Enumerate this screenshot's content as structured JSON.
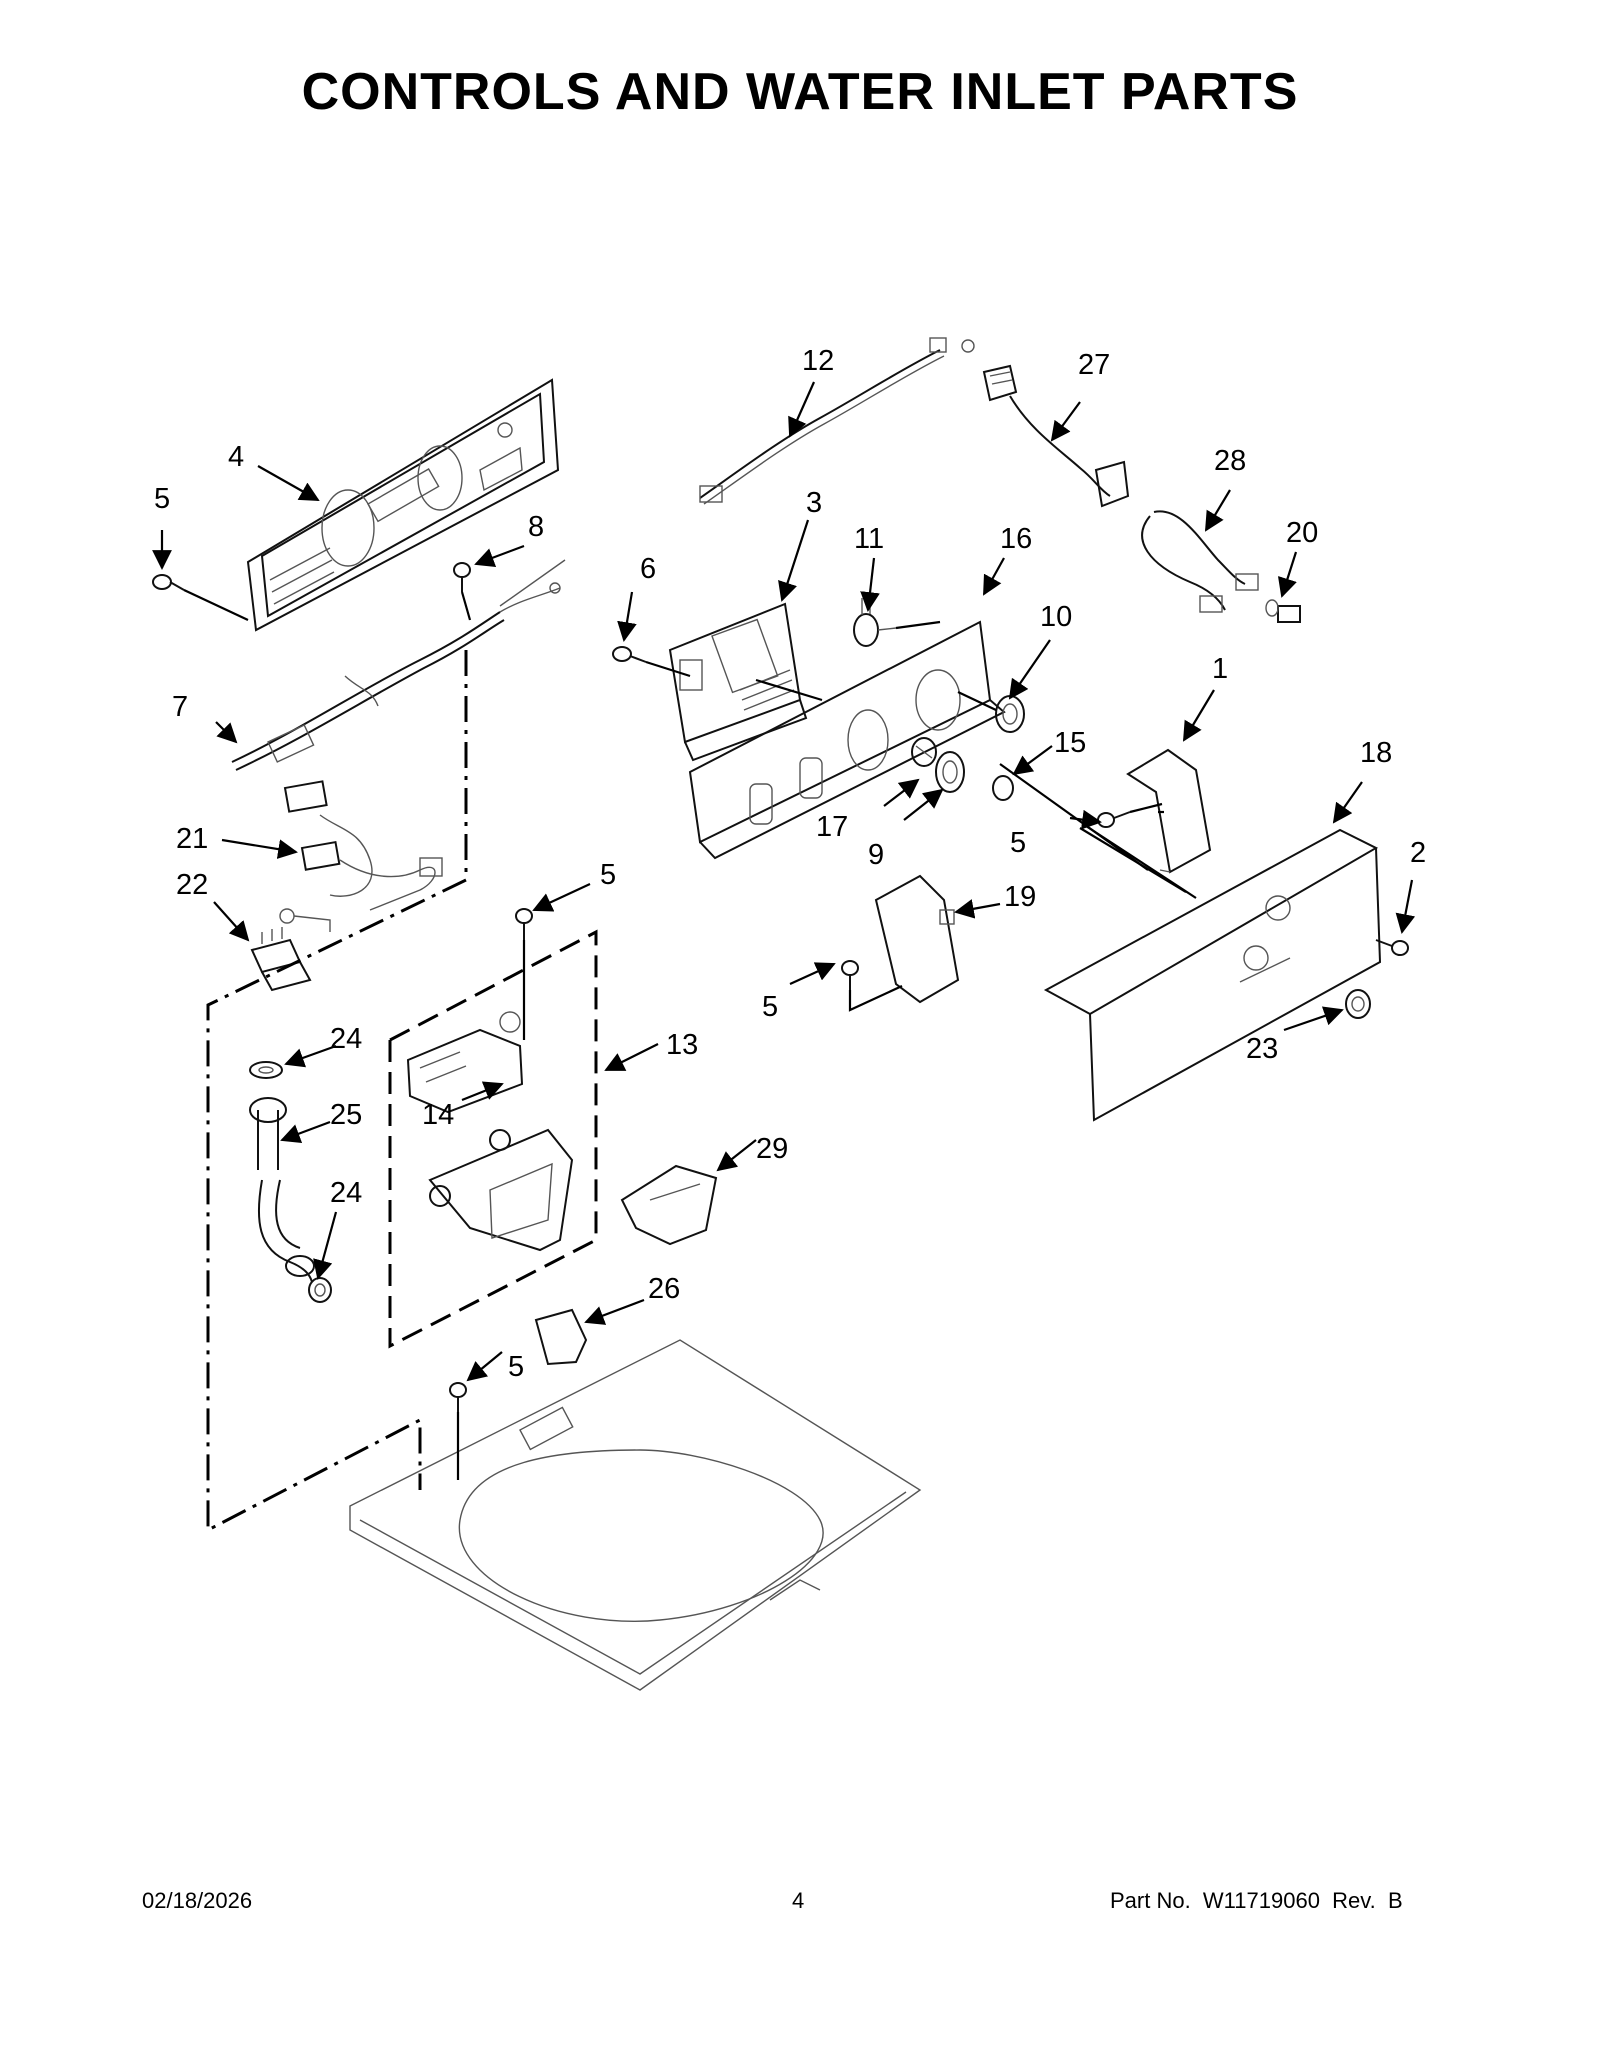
{
  "title": "CONTROLS AND WATER INLET PARTS",
  "footer": {
    "date": "02/18/2026",
    "page_number": "4",
    "part_no": "Part No.  W11719060  Rev.  B"
  },
  "callouts": {
    "c1": "1",
    "c2": "2",
    "c3": "3",
    "c4": "4",
    "c5a": "5",
    "c5b": "5",
    "c5c": "5",
    "c5d": "5",
    "c5e": "5",
    "c6": "6",
    "c7": "7",
    "c8": "8",
    "c9": "9",
    "c10": "10",
    "c11": "11",
    "c12": "12",
    "c13": "13",
    "c14": "14",
    "c15": "15",
    "c16": "16",
    "c17": "17",
    "c18": "18",
    "c19": "19",
    "c20": "20",
    "c21": "21",
    "c22": "22",
    "c23": "23",
    "c24a": "24",
    "c24b": "24",
    "c25": "25",
    "c26": "26",
    "c27": "27",
    "c28": "28",
    "c29": "29"
  }
}
